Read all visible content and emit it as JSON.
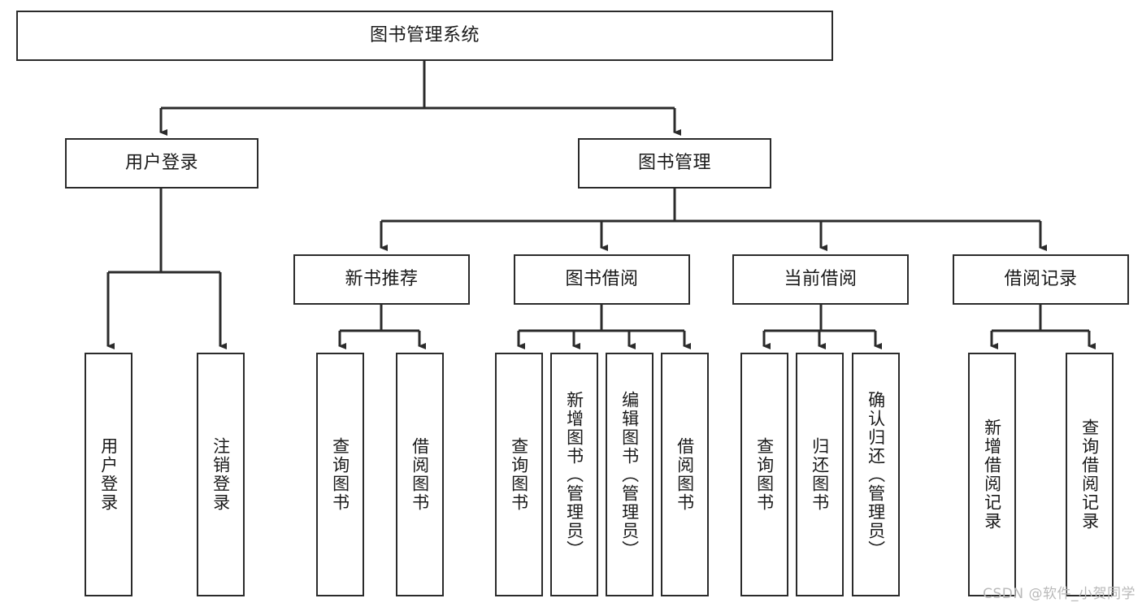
{
  "diagram": {
    "type": "tree",
    "title": "图书管理系统",
    "watermark": "CSDN @软件_小贺同学",
    "colors": {
      "box_border": "#2b2b2b",
      "box_fill": "#ffffff",
      "connector": "#2b2b2b",
      "watermark": "#b9b9b9",
      "background": "#ffffff"
    },
    "root": {
      "label": "图书管理系统"
    },
    "level1": [
      {
        "label": "用户登录"
      },
      {
        "label": "图书管理"
      }
    ],
    "level2": [
      {
        "label": "新书推荐"
      },
      {
        "label": "图书借阅"
      },
      {
        "label": "当前借阅"
      },
      {
        "label": "借阅记录"
      }
    ],
    "leaves": {
      "user_login": [
        {
          "label": "用户登录"
        },
        {
          "label": "注销登录"
        }
      ],
      "new_book_recommend": [
        {
          "label": "查询图书"
        },
        {
          "label": "借阅图书"
        }
      ],
      "book_borrow": [
        {
          "label": "查询图书"
        },
        {
          "label": "新增图书（管理员）"
        },
        {
          "label": "编辑图书（管理员）"
        },
        {
          "label": "借阅图书"
        }
      ],
      "current_borrow": [
        {
          "label": "查询图书"
        },
        {
          "label": "归还图书"
        },
        {
          "label": "确认归还（管理员）"
        }
      ],
      "borrow_record": [
        {
          "label": "新增借阅记录"
        },
        {
          "label": "查询借阅记录"
        }
      ]
    }
  }
}
